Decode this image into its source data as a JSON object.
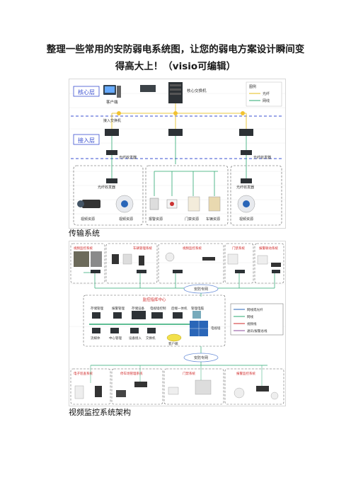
{
  "title": {
    "line1": "整理一些常用的安防弱电系统图，让您的弱电方案设计瞬间变",
    "line2": "得高大上！（visio可编辑）"
  },
  "figure1": {
    "caption": "传输系统",
    "core_layer": "核心层",
    "access_layer": "接入层",
    "client": "客户端",
    "core_switch": "核心交换机",
    "access_switch": "接入交换机",
    "legend_title": "图例",
    "legend_fiber": "光纤",
    "legend_network": "网线",
    "transceiver_left": "光纤收发器",
    "transceiver_right": "光纤收发器",
    "transceiver_a": "光纤收发器",
    "transceiver_b": "光纤收发器",
    "res_video_left": "视频资源",
    "res_video_mid": "视频资源",
    "res_alarm": "报警资源",
    "res_door": "门禁资源",
    "res_vehicle": "车辆资源",
    "res_video_right": "视频资源"
  },
  "figure2": {
    "caption": "视频监控系统架构",
    "top_sys1": "视频监控系统",
    "top_sys2": "车辆管理系统",
    "top_sys3": "视频监控系统",
    "top_sys4": "门禁系统",
    "top_sys5": "报警联动系统",
    "net_top": "安防专网",
    "center": "监控指挥中心",
    "lbl_storage": "存储管理",
    "lbl_alarm_srv": "报警管理",
    "lbl_storage_dev": "存储设备",
    "lbl_decoder": "电视墙控制",
    "lbl_oneclick": "后端一体机",
    "lbl_mgmt_pc": "管理电脑",
    "lbl_stream": "流媒体",
    "lbl_center_mgmt": "中心管理",
    "lbl_access": "设备接入",
    "lbl_switch": "交换机",
    "lbl_screen": "电视墙",
    "lbl_pc": "客户端",
    "legend_line1": "网线或光纤",
    "legend_line2": "网线",
    "legend_line3": "视频线",
    "legend_line4": "通讯/报警总线",
    "net_bottom": "安防专网",
    "bot_sys1": "电子巡查系统",
    "bot_sys2": "停车场管理系统",
    "bot_sys3": "门禁系统",
    "bot_sys4": "报警监控系统"
  }
}
